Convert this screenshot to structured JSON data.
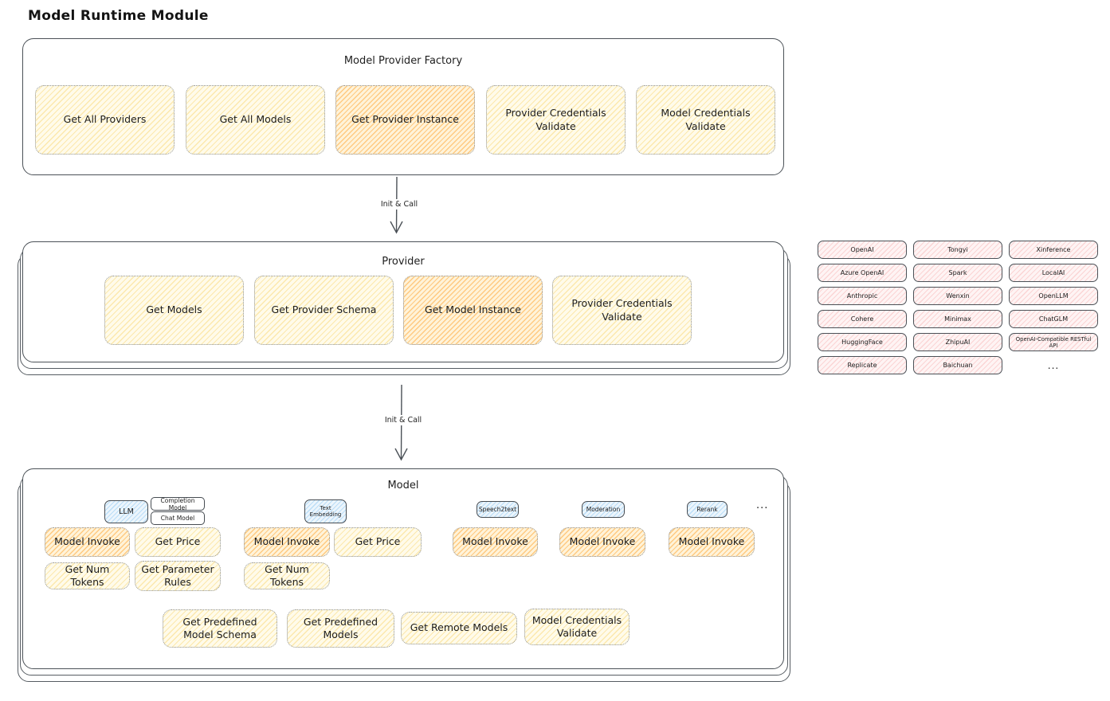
{
  "page_title": "Model Runtime Module",
  "factory": {
    "title": "Model Provider Factory",
    "functions": {
      "get_all_providers": "Get All Providers",
      "get_all_models": "Get All Models",
      "get_provider_instance": "Get Provider Instance",
      "provider_credentials_validate": "Provider Credentials Validate",
      "model_credentials_validate": "Model Credentials Validate"
    }
  },
  "arrow1": {
    "label": "Init & Call"
  },
  "arrow2": {
    "label": "Init & Call"
  },
  "provider": {
    "title": "Provider",
    "functions": {
      "get_models": "Get Models",
      "get_provider_schema": "Get Provider Schema",
      "get_model_instance": "Get Model Instance",
      "provider_credentials_validate": "Provider Credentials Validate"
    }
  },
  "provider_list": {
    "items": [
      "OpenAI",
      "Tongyi",
      "Xinference",
      "Azure OpenAI",
      "Spark",
      "LocalAI",
      "Anthropic",
      "Wenxin",
      "OpenLLM",
      "Cohere",
      "Minimax",
      "ChatGLM",
      "HuggingFace",
      "ZhipuAI",
      "OpenAI-Compatible RESTful API",
      "Replicate",
      "Baichuan"
    ],
    "ellipsis": "..."
  },
  "model": {
    "title": "Model",
    "tags": {
      "llm": "LLM",
      "completion_model": "Completion Model",
      "chat_model": "Chat Model",
      "text_embedding": "Text Embedding",
      "speech2text": "Speech2text",
      "moderation": "Moderation",
      "rerank": "Rerank",
      "ellipsis": "..."
    },
    "functions": {
      "model_invoke": "Model Invoke",
      "get_price": "Get Price",
      "get_num_tokens": "Get Num Tokens",
      "get_parameter_rules": "Get Parameter Rules",
      "get_predefined_model_schema": "Get Predefined Model Schema",
      "get_predefined_models": "Get Predefined Models",
      "get_remote_models": "Get Remote Models",
      "model_credentials_validate": "Model Credentials Validate"
    }
  },
  "colors": {
    "stroke_dark": "#4b5157",
    "yellow_hatch": "#fade88",
    "orange_hatch": "#ffb757",
    "pink_hatch": "#f8bbbb",
    "blue_hatch": "#92caf3",
    "text": "#1e1e1e"
  }
}
